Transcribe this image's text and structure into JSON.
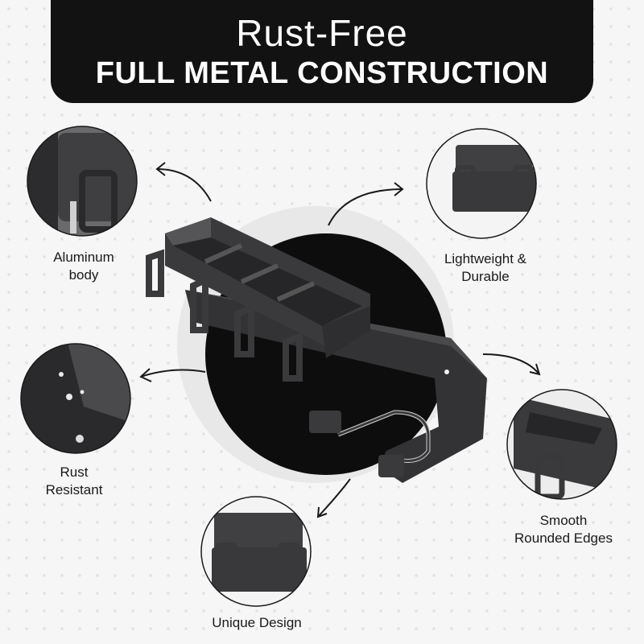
{
  "banner": {
    "title": "Rust-Free",
    "subtitle": "FULL METAL CONSTRUCTION"
  },
  "features": [
    {
      "line1": "Aluminum",
      "line2": "body"
    },
    {
      "line1": "Lightweight &",
      "line2": "Durable"
    },
    {
      "line1": "Rust",
      "line2": "Resistant"
    },
    {
      "line1": "Smooth",
      "line2": "Rounded Edges"
    },
    {
      "line1": "Unique Design",
      "line2": ""
    }
  ],
  "colors": {
    "banner": "#121212",
    "product": "#3a3a3c",
    "accent_circle": "#0d0d0d"
  }
}
